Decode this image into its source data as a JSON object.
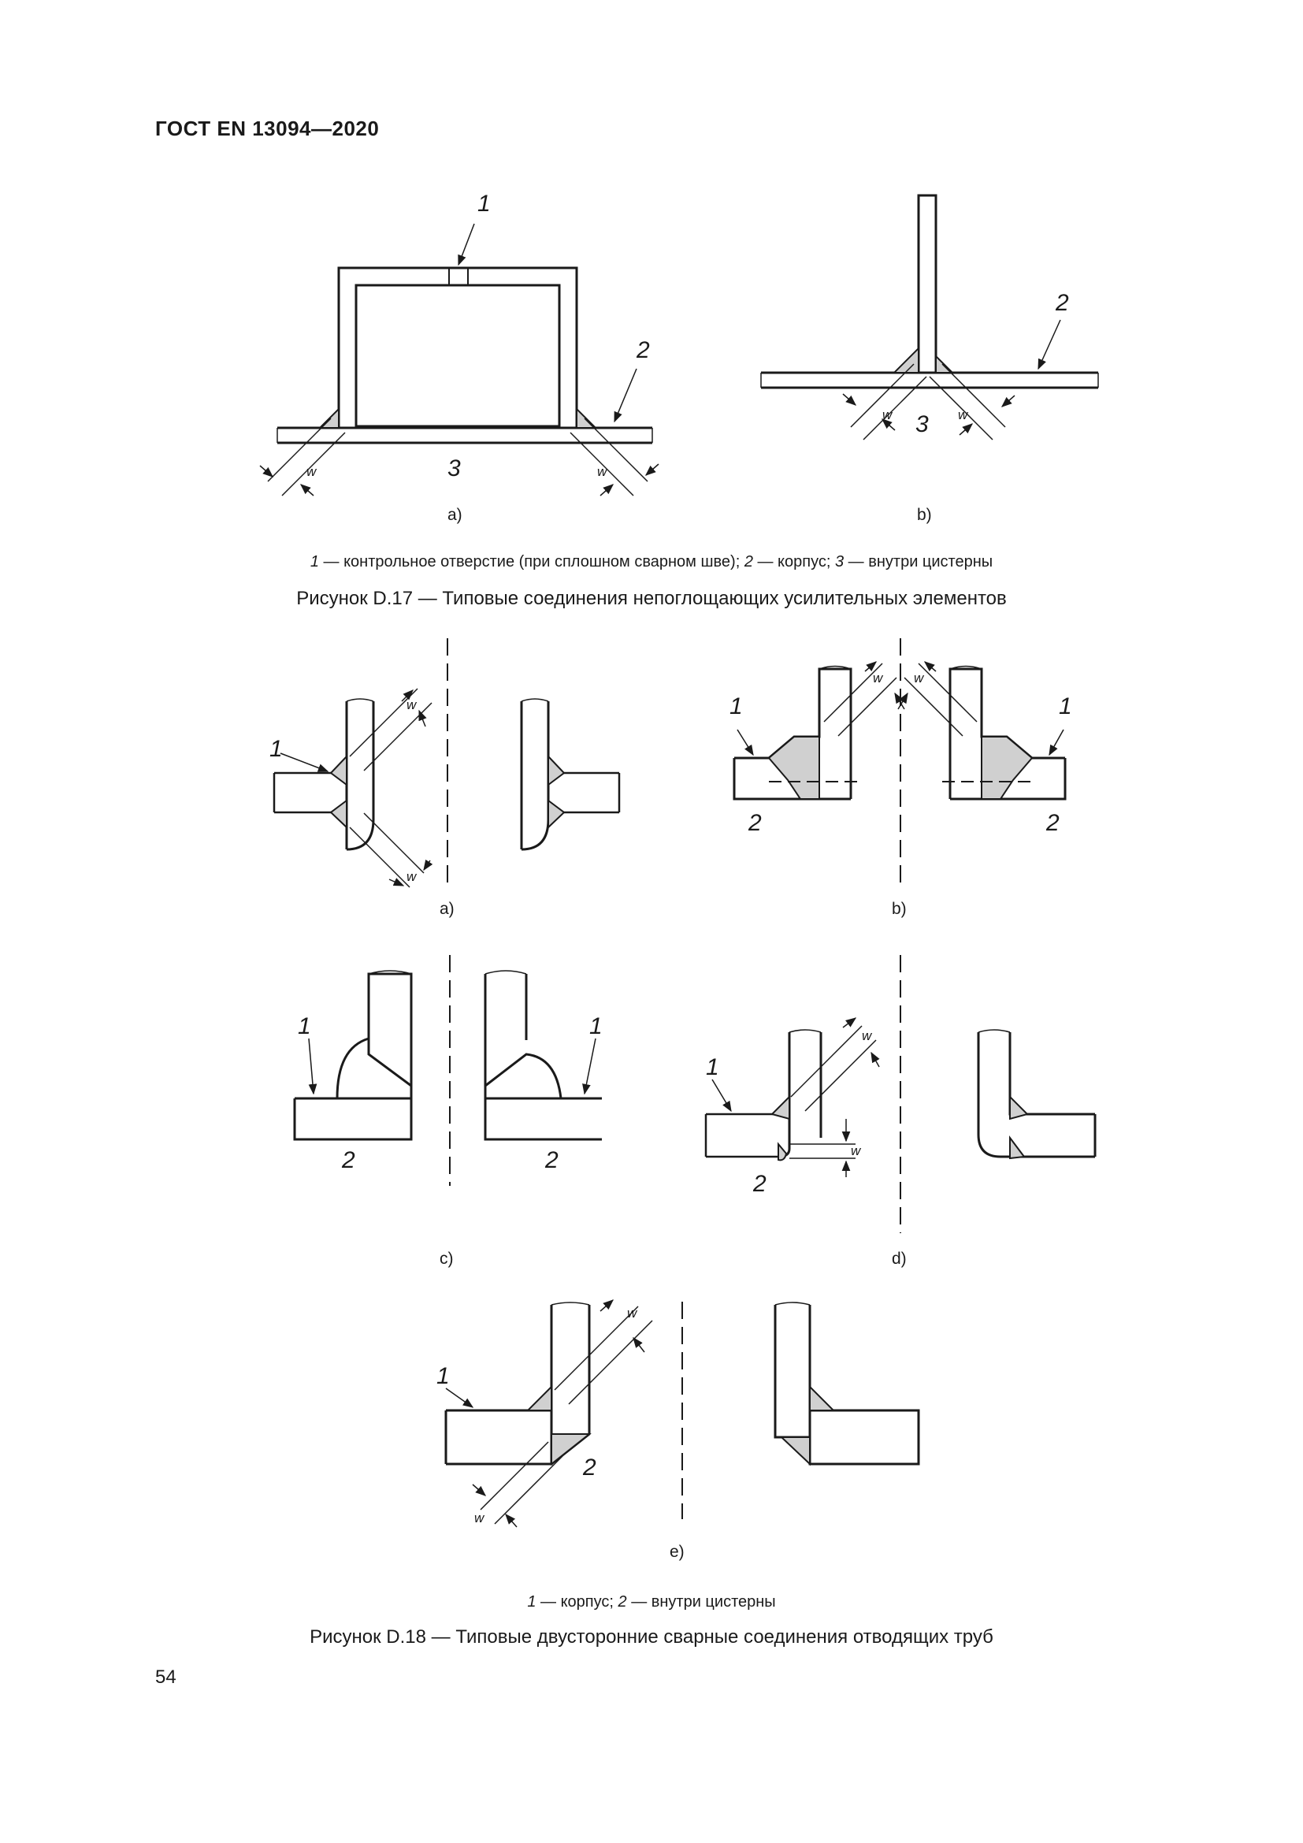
{
  "header": {
    "standard": "ГОСТ EN 13094—2020"
  },
  "figure17": {
    "callouts": [
      "1",
      "2",
      "3"
    ],
    "dim": "w",
    "sublabels": [
      "a)",
      "b)"
    ],
    "legend": {
      "n1": "1",
      "t1": " — контрольное отверстие (при сплошном сварном шве); ",
      "n2": "2",
      "t2": " — корпус; ",
      "n3": "3",
      "t3": " — внутри цистерны"
    },
    "caption": "Рисунок D.17 — Типовые соединения непоглощающих усилительных элементов"
  },
  "figure18": {
    "callouts": [
      "1",
      "2"
    ],
    "dim": "w",
    "sublabels": [
      "a)",
      "b)",
      "c)",
      "d)",
      "e)"
    ],
    "legend": {
      "n1": "1",
      "t1": " — корпус; ",
      "n2": "2",
      "t2": " — внутри цистерны"
    },
    "caption": "Рисунок D.18 — Типовые двусторонние сварные соединения отводящих труб"
  },
  "footer": {
    "page_number": "54"
  }
}
